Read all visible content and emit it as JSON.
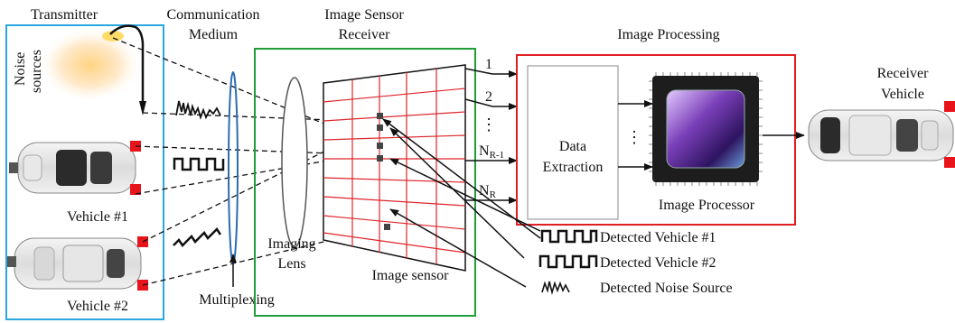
{
  "header": {
    "transmitter": "Transmitter",
    "comm_medium_line1": "Communication",
    "comm_medium_line2": "Medium",
    "sensor_receiver_line1": "Image Sensor",
    "sensor_receiver_line2": "Receiver",
    "image_processing": "Image Processing",
    "receiver_vehicle_line1": "Receiver",
    "receiver_vehicle_line2": "Vehicle"
  },
  "transmitter": {
    "noise_label_line1": "Noise",
    "noise_label_line2": "sources",
    "vehicle1_label": "Vehicle #1",
    "vehicle2_label": "Vehicle #2"
  },
  "medium": {
    "multiplexing_label": "Multiplexing"
  },
  "receiver": {
    "lens_label_line1": "Imaging",
    "lens_label_line2": "Lens",
    "sensor_label": "Image sensor"
  },
  "outputs": {
    "line1": "1",
    "line2": "2",
    "dots": "⋮",
    "line_nr1": "N",
    "line_nr1_sub": "R-1",
    "line_nr": "N",
    "line_nr_sub": "R"
  },
  "processing": {
    "extraction_line1": "Data",
    "extraction_line2": "Extraction",
    "dots": "⋮",
    "processor_label": "Image Processor"
  },
  "legend": {
    "detected_v1": "Detected Vehicle #1",
    "detected_v2": "Detected Vehicle #2",
    "detected_noise": "Detected Noise Source"
  },
  "colors": {
    "transmitter_box": "#29a8e0",
    "receiver_box": "#1f9d3a",
    "processing_box": "#e01e24",
    "grid": "#e0242a",
    "lens": "#2b6cb0",
    "car_light": "#e8141c"
  }
}
